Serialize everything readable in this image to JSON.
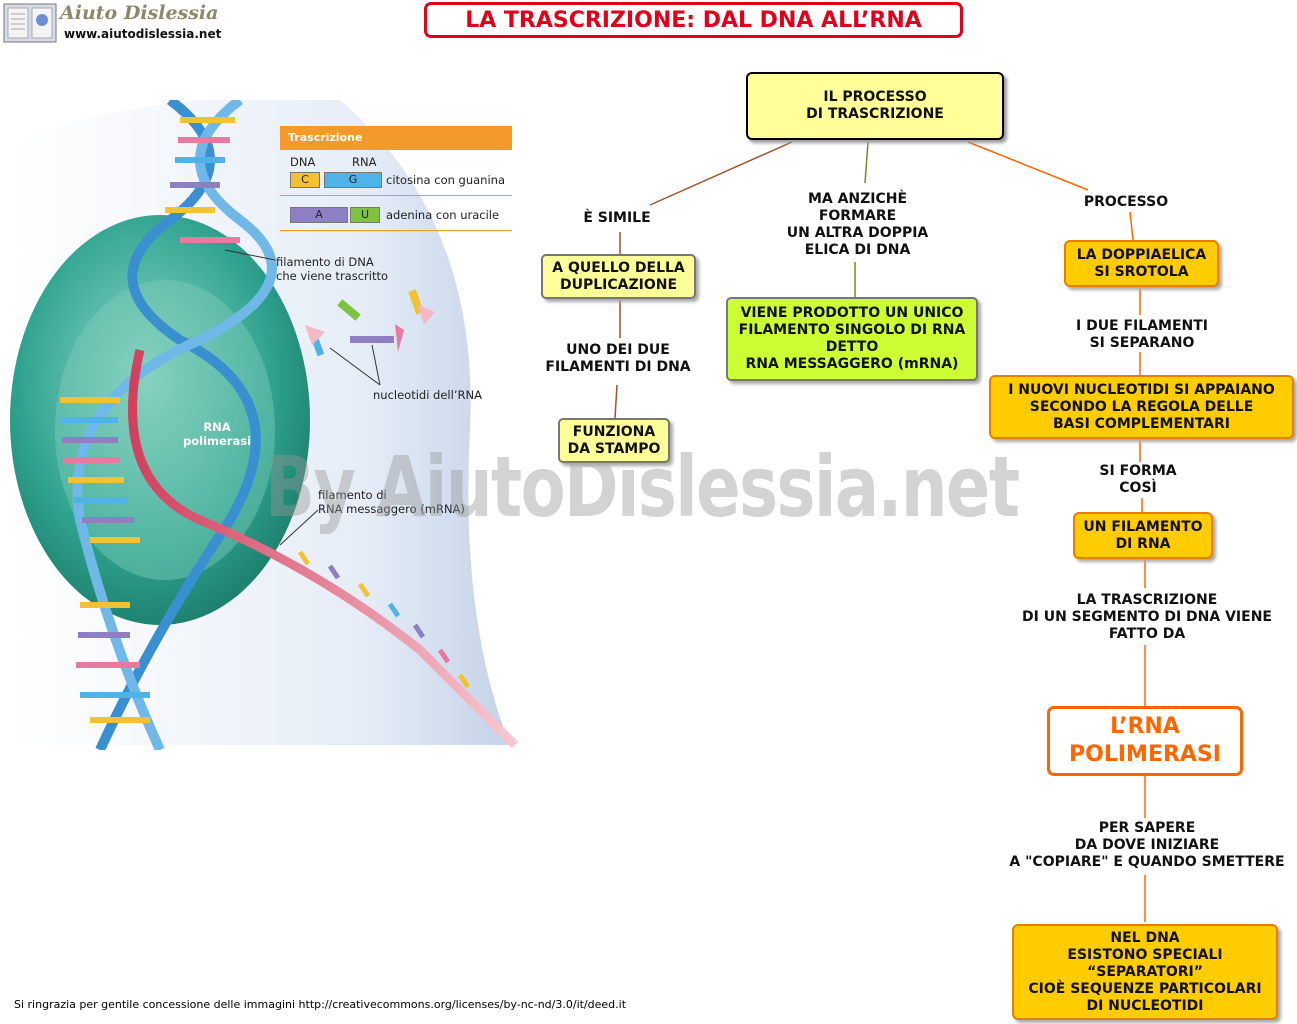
{
  "header": {
    "title": "LA TRASCRIZIONE: DAL DNA ALL’RNA",
    "logo_name": "Aiuto Dislessia",
    "logo_url": "www.aiutodislessia.net"
  },
  "watermark": "By AiutoDislessia.net",
  "illustration": {
    "legend_title": "Trascrizione",
    "col_dna": "DNA",
    "col_rna": "RNA",
    "pair1_left": "C",
    "pair1_right": "G",
    "pair1_text": "citosina con guanina",
    "pair2_left": "A",
    "pair2_right": "U",
    "pair2_text": "adenina con uracile",
    "label_dna_strand": "filamento di DNA\nche viene trascritto",
    "label_nucleotides": "nucleotidi dell’RNA",
    "label_polymerase": "RNA\npolimerasi",
    "label_mrna": "filamento di\nRNA messaggero (mRNA)"
  },
  "map": {
    "root": "IL PROCESSO\nDI TRASCRIZIONE",
    "left_link": "È SIMILE",
    "left_box": "A QUELLO DELLA\nDUPLICAZIONE",
    "left_link2": "UNO DEI DUE\nFILAMENTI DI DNA",
    "left_box2": "FUNZIONA\nDA STAMPO",
    "mid_link": "MA ANZICHÈ\nFORMARE\nUN ALTRA DOPPIA\nELICA DI DNA",
    "mid_box": "VIENE PRODOTTO UN UNICO\nFILAMENTO SINGOLO DI RNA\nDETTO\nRNA  MESSAGGERO (mRNA)",
    "right_link": "PROCESSO",
    "right_box1": "LA DOPPIAELICA\nSI SROTOLA",
    "right_link2": "I  DUE FILAMENTI\nSI SEPARANO",
    "right_box2": "I NUOVI NUCLEOTIDI SI APPAIANO\nSECONDO LA REGOLA DELLE\nBASI COMPLEMENTARI",
    "right_link3": "SI FORMA\nCOSÌ",
    "right_box3": "UN FILAMENTO\nDI RNA",
    "right_link4": "LA TRASCRIZIONE\nDI UN SEGMENTO DI DNA VIENE\nFATTO DA",
    "big_box": "L’RNA\nPOLIMERASI",
    "right_link5": "PER SAPERE\nDA DOVE INIZIARE\nA \"COPIARE\" E QUANDO SMETTERE",
    "final_box": "NEL DNA\nESISTONO SPECIALI\n“SEPARATORI”\nCIOÈ SEQUENZE PARTICOLARI\nDI NUCLEOTIDI"
  },
  "footer": {
    "credit": "Si ringrazia per gentile concessione delle immagini http://creativecommons.org/licenses/by-nc-nd/3.0/it/deed.it"
  },
  "colors": {
    "title_red": "#e0001b",
    "orange_box": "#ffcc00",
    "yellow_box": "#ffff99",
    "green_box": "#ccff33",
    "big_orange": "#ff6600"
  }
}
